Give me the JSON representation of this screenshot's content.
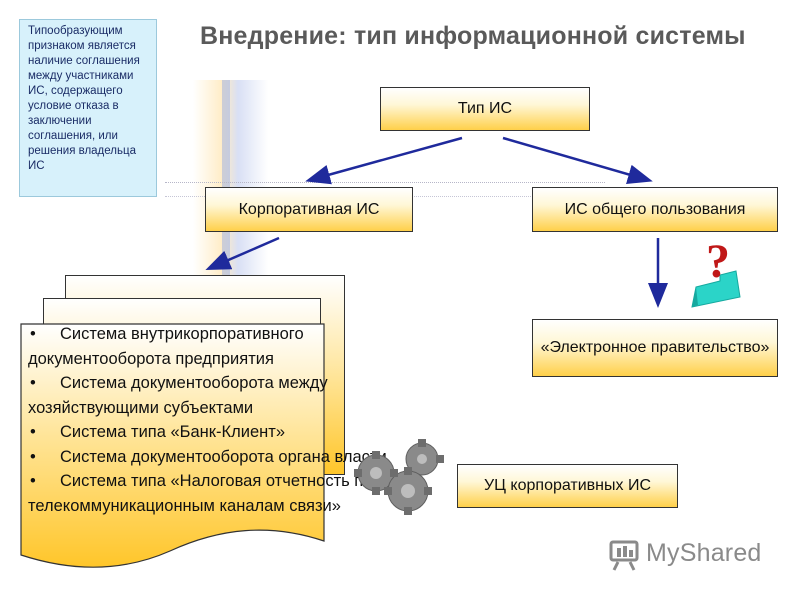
{
  "title": "Внедрение: тип информационной системы",
  "note": "Типообразующим признаком является наличие соглашения между участниками ИС, содержащего условие отказа в заключении соглашения, или решения владельца ИС",
  "boxes": {
    "type": "Тип ИС",
    "corporate": "Корпоративная ИС",
    "public": "ИС общего пользования",
    "egov": "«Электронное правительство»",
    "uc": "УЦ корпоративных ИС"
  },
  "list_bullet": "•",
  "corporate_systems": [
    "Система внутрикорпоративного документооборота предприятия",
    "Система документооборота между хозяйствующими субъектами",
    "Система типа «Банк-Клиент»",
    "Система документооборота органа власти",
    "Система типа «Налоговая отчетность по телекоммуникационным каналам связи»"
  ],
  "question_mark": "?",
  "watermark": "MyShared",
  "colors": {
    "arrow": "#1f2a9c",
    "box_gradient_end": "#ffd04a",
    "note_background": "#d7f1fb",
    "note_text": "#1a2c66"
  },
  "icons": [
    "question-mark-icon",
    "gears-icon",
    "myshared-logo-icon"
  ]
}
